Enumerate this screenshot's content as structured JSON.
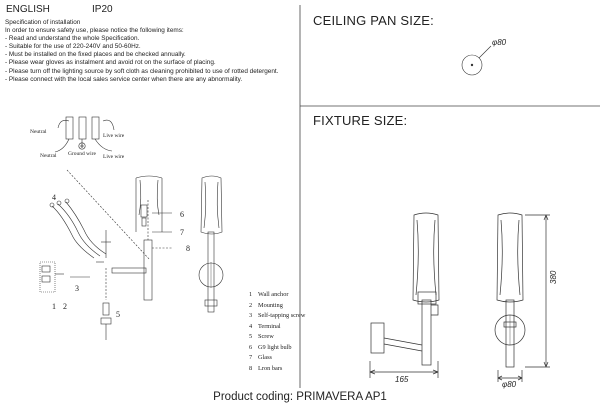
{
  "header": {
    "language": "ENGLISH",
    "ip_rating": "IP20"
  },
  "specification": {
    "lines": [
      "Specification of installation",
      "In order to ensure safety use, please notice the following items:",
      "- Read and understand the whole Specification.",
      "- Suitable for the use of 220-240V and 50-60Hz.",
      "- Must be installed on the fixed places and be checked annually.",
      "- Please wear gloves as instalment and avoid rot on the surface of placing.",
      "- Please turn off the lighting source by soft cloth as cleaning prohibited to use of rotted detergent.",
      "- Please connect with the local sales service center when there are any abnormality."
    ]
  },
  "wiring": {
    "neutral_top": "Neutral",
    "live_top": "Live wire",
    "neutral_bottom": "Neutral",
    "ground": "Ground wire",
    "live_bottom": "Live wire"
  },
  "callouts": {
    "n1": "1",
    "n2": "2",
    "n3": "3",
    "n4": "4",
    "n5": "5",
    "n6": "6",
    "n7": "7",
    "n8": "8"
  },
  "legend": [
    {
      "num": "1",
      "label": "Wall anchor"
    },
    {
      "num": "2",
      "label": "Mounting"
    },
    {
      "num": "3",
      "label": "Self-tapping screw"
    },
    {
      "num": "4",
      "label": "Terminal"
    },
    {
      "num": "5",
      "label": "Screw"
    },
    {
      "num": "6",
      "label": "G9 light bulb"
    },
    {
      "num": "7",
      "label": "Glass"
    },
    {
      "num": "8",
      "label": "Lron bars"
    }
  ],
  "ceiling_pan": {
    "title": "CEILING PAN SIZE:",
    "diameter": "φ80"
  },
  "fixture": {
    "title": "FIXTURE SIZE:",
    "height": "380",
    "width": "165",
    "diameter": "φ80"
  },
  "footer": {
    "product_coding": "Product coding: PRIMAVERA AP1"
  }
}
